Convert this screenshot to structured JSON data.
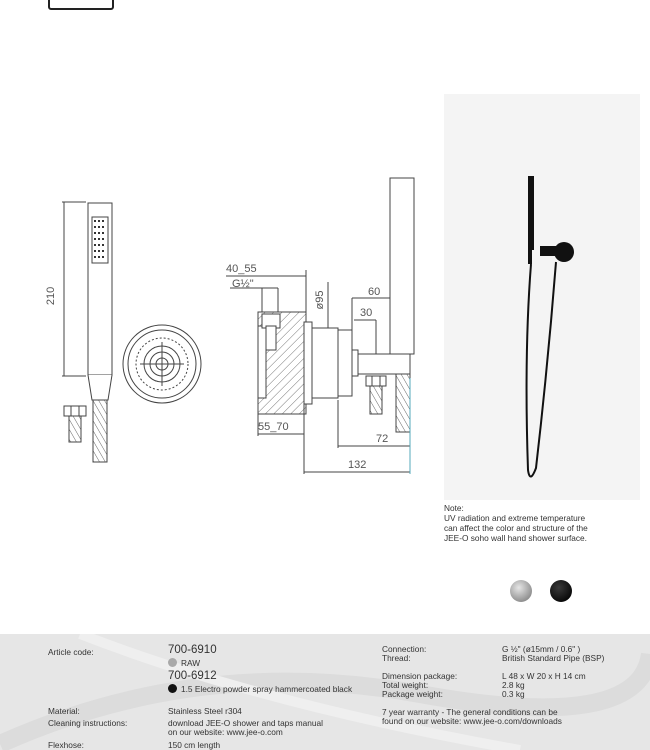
{
  "drawing": {
    "dimensions": {
      "length_210": "210",
      "range_40_55": "40_55",
      "thread": "G½\"",
      "diameter_95": "ø95",
      "dim_60": "60",
      "dim_30": "30",
      "range_55_70": "55_70",
      "dim_72": "72",
      "dim_132": "132"
    }
  },
  "note": {
    "heading": "Note:",
    "lines": [
      "UV radiation and extreme temperature",
      "can affect the color and structure of the",
      "JEE-O soho wall hand shower surface."
    ]
  },
  "finishes": {
    "raw_color": "#a9a9a9",
    "black_color": "#111111"
  },
  "specs": {
    "article_code_label": "Article code:",
    "code_raw": "700-6910",
    "finish_raw": "RAW",
    "code_black": "700-6912",
    "finish_black": "1.5 Electro powder spray hammercoated black",
    "material_label": "Material:",
    "material_value": "Stainless Steel r304",
    "cleaning_label": "Cleaning instructions:",
    "cleaning_value_1": "download JEE-O shower and taps manual",
    "cleaning_value_2": "on our website: www.jee-o.com",
    "flexhose_label": "Flexhose:",
    "flexhose_value": "150 cm length",
    "connection_label": "Connection:",
    "connection_value": "G ½\" (ø15mm / 0.6\" )",
    "thread_label": "Thread:",
    "thread_value": "British Standard Pipe (BSP)",
    "dim_package_label": "Dimension package:",
    "dim_package_value": "L 48 x W 20 x H 14 cm",
    "total_weight_label": "Total weight:",
    "total_weight_value": "2.8 kg",
    "package_weight_label": "Package weight:",
    "package_weight_value": "0.3 kg",
    "warranty_1": "7 year warranty - The general conditions can be",
    "warranty_2": "found on our website: www.jee-o.com/downloads"
  }
}
